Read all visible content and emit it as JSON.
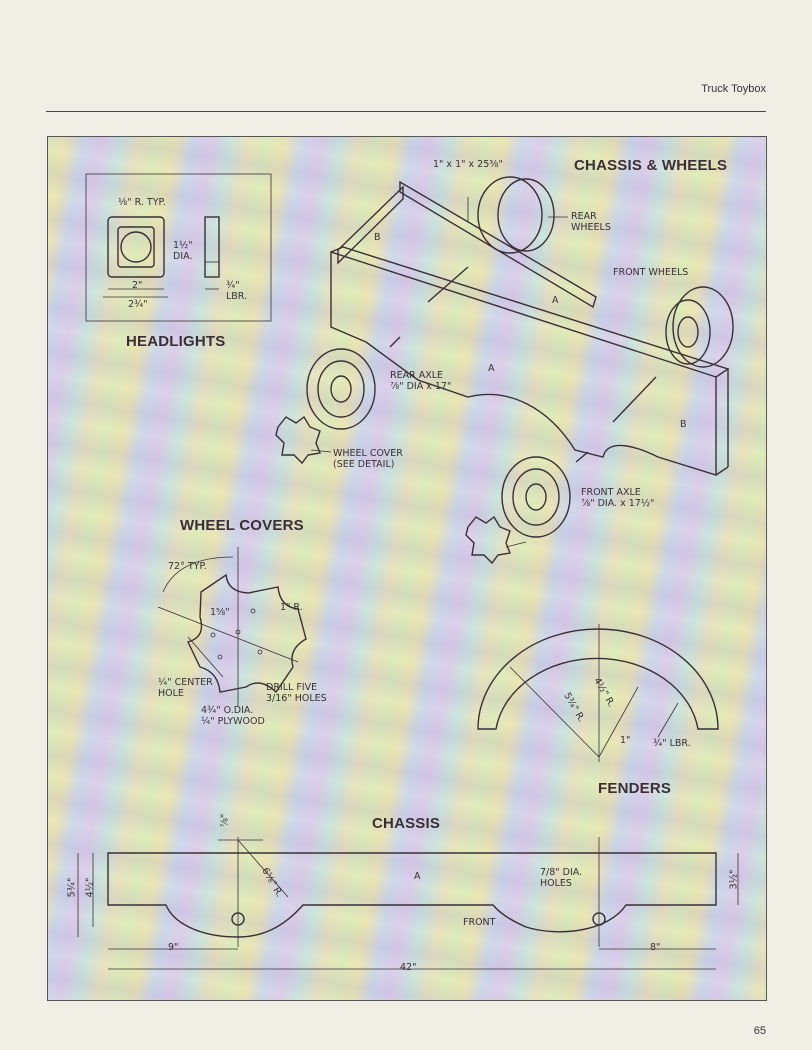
{
  "header": {
    "title": "Truck Toybox"
  },
  "page_number": "65",
  "sections": {
    "headlights": "HEADLIGHTS",
    "chassis_wheels": "CHASSIS & WHEELS",
    "wheel_covers": "WHEEL COVERS",
    "fenders": "FENDERS",
    "chassis": "CHASSIS"
  },
  "labels": {
    "hl_radius": "⅛\" R. TYP.",
    "hl_dia": "1½\"\nDIA.",
    "hl_width": "2\"",
    "hl_width2": "2¾\"",
    "hl_lbr": "¾\"\nLBR.",
    "top_rail": "1\" x 1\" x 25⅜\"",
    "rear_wheels": "REAR\nWHEELS",
    "front_wheels": "FRONT WHEELS",
    "part_a1": "A",
    "part_a2": "A",
    "part_b1": "B",
    "part_b2": "B",
    "rear_axle": "REAR AXLE\n⅞\" DIA x 17\"",
    "wheel_cover_note": "WHEEL COVER\n(SEE DETAIL)",
    "front_axle": "FRONT AXLE\n⅞\" DIA. x 17½\"",
    "wc_angle": "72° TYP.",
    "wc_inner": "1⅝\"",
    "wc_radius": "1\" R.",
    "wc_center": "¼\" CENTER\nHOLE",
    "wc_drill": "DRILL FIVE\n3/16\" HOLES",
    "wc_dia": "4¾\" O.DIA.\n¼\" PLYWOOD",
    "f_r1": "4½\" R.",
    "f_r2": "5¾\" R.",
    "f_1in": "1\"",
    "f_lbr": "¾\" LBR.",
    "ch_78": "⅞\"",
    "ch_r": "6⅝\" R.",
    "ch_a": "A",
    "ch_holes": "7/8\" DIA.\nHOLES",
    "ch_front": "FRONT",
    "ch_534": "5¾\"",
    "ch_412": "4½\"",
    "ch_312": "3½\"",
    "ch_9": "9\"",
    "ch_8": "8\"",
    "ch_42": "42\""
  },
  "colors": {
    "ink": "#3b2f35",
    "paper": "#f1eee6"
  }
}
